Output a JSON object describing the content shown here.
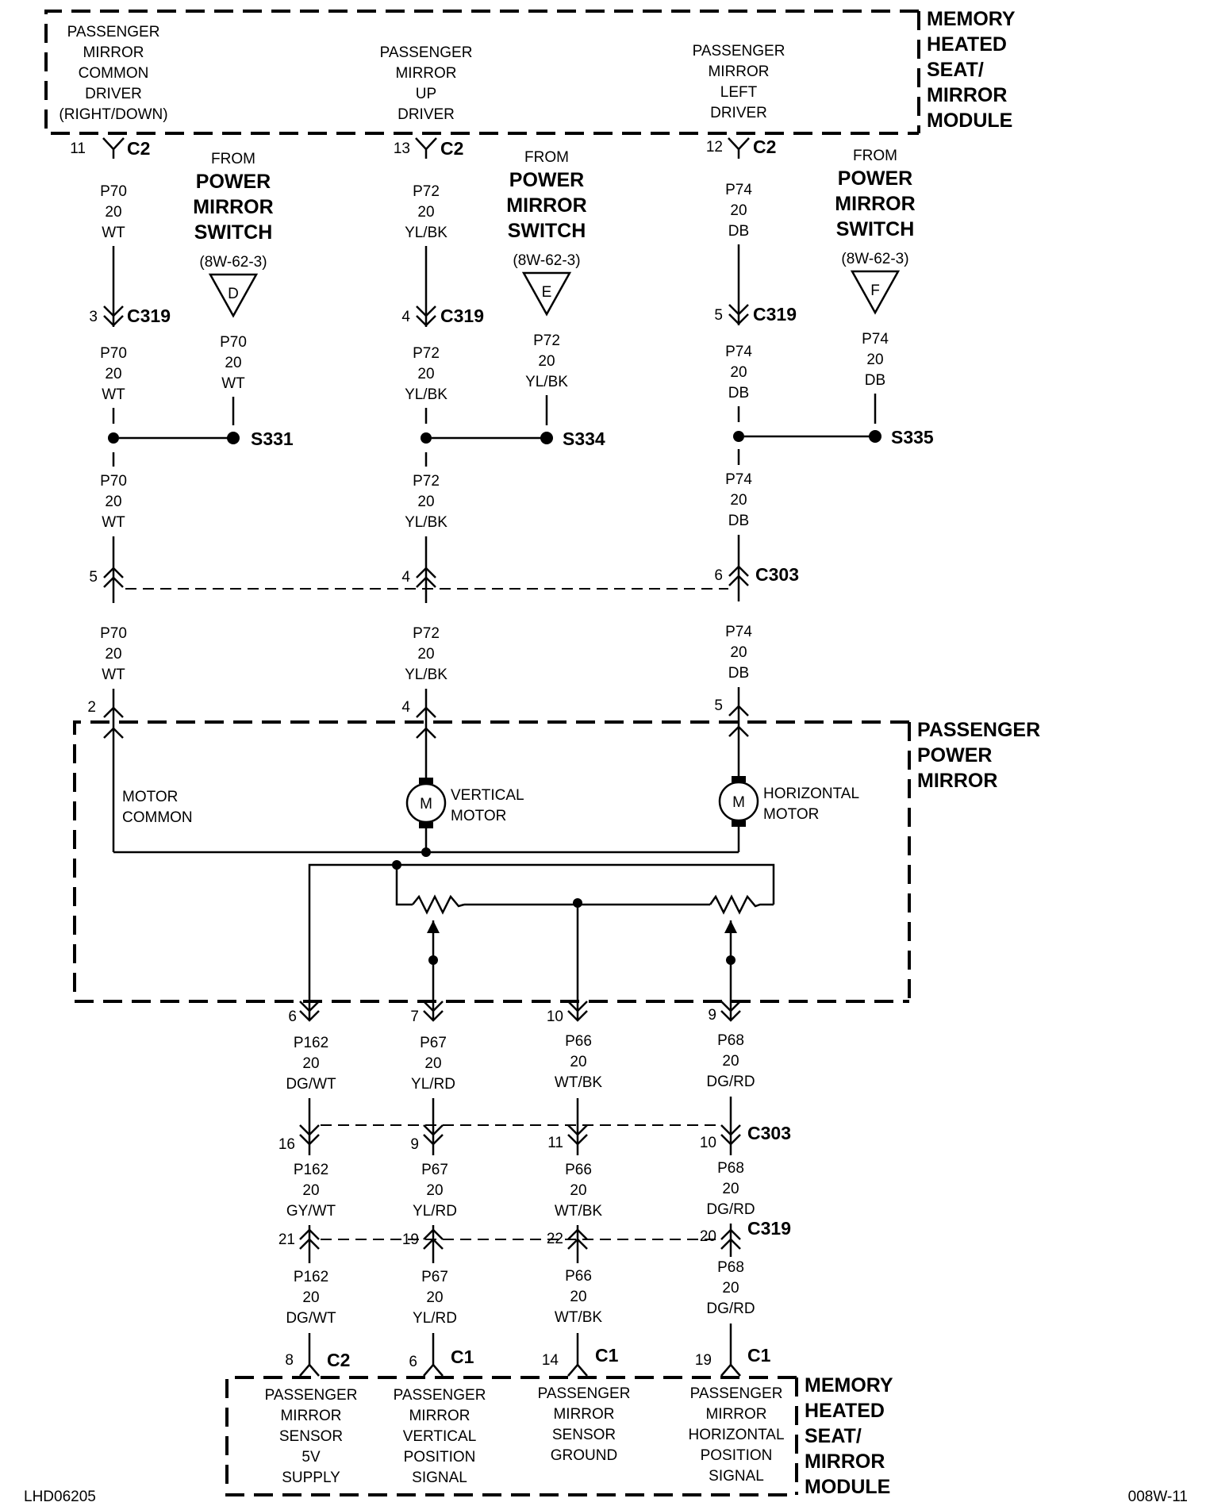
{
  "modules": {
    "top": {
      "title": [
        "MEMORY",
        "HEATED",
        "SEAT/",
        "MIRROR",
        "MODULE"
      ],
      "drivers": [
        [
          "PASSENGER",
          "MIRROR",
          "COMMON",
          "DRIVER",
          "(RIGHT/DOWN)"
        ],
        [
          "PASSENGER",
          "MIRROR",
          "UP",
          "DRIVER"
        ],
        [
          "PASSENGER",
          "MIRROR",
          "LEFT",
          "DRIVER"
        ]
      ]
    },
    "mirror": {
      "title": [
        "PASSENGER",
        "POWER",
        "MIRROR"
      ],
      "motor_common": [
        "MOTOR",
        "COMMON"
      ],
      "vertical_motor": [
        "VERTICAL",
        "MOTOR"
      ],
      "horizontal_motor": [
        "HORIZONTAL",
        "MOTOR"
      ],
      "motor_symbol": "M"
    },
    "bottom": {
      "title": [
        "MEMORY",
        "HEATED",
        "SEAT/",
        "MIRROR",
        "MODULE"
      ],
      "signals": [
        [
          "PASSENGER",
          "MIRROR",
          "SENSOR",
          "5V",
          "SUPPLY"
        ],
        [
          "PASSENGER",
          "MIRROR",
          "VERTICAL",
          "POSITION",
          "SIGNAL"
        ],
        [
          "PASSENGER",
          "MIRROR",
          "SENSOR",
          "GROUND"
        ],
        [
          "PASSENGER",
          "MIRROR",
          "HORIZONTAL",
          "POSITION",
          "SIGNAL"
        ]
      ]
    }
  },
  "switch_sources": [
    {
      "from": "FROM",
      "name": [
        "POWER",
        "MIRROR",
        "SWITCH"
      ],
      "ref": "(8W-62-3)",
      "letter": "D",
      "wire": [
        "P70",
        "20",
        "WT"
      ],
      "splice": "S331"
    },
    {
      "from": "FROM",
      "name": [
        "POWER",
        "MIRROR",
        "SWITCH"
      ],
      "ref": "(8W-62-3)",
      "letter": "E",
      "wire": [
        "P72",
        "20",
        "YL/BK"
      ],
      "splice": "S334"
    },
    {
      "from": "FROM",
      "name": [
        "POWER",
        "MIRROR",
        "SWITCH"
      ],
      "ref": "(8W-62-3)",
      "letter": "F",
      "wire": [
        "P74",
        "20",
        "DB"
      ],
      "splice": "S335"
    }
  ],
  "upper_circuits": [
    {
      "top_pin": "11",
      "top_conn": "C2",
      "wire": [
        "P70",
        "20",
        "WT"
      ],
      "c319_pin": "3",
      "c303_pin": "5",
      "mirror_pin": "2"
    },
    {
      "top_pin": "13",
      "top_conn": "C2",
      "wire": [
        "P72",
        "20",
        "YL/BK"
      ],
      "c319_pin": "4",
      "c303_pin": "4",
      "mirror_pin": "4"
    },
    {
      "top_pin": "12",
      "top_conn": "C2",
      "wire": [
        "P74",
        "20",
        "DB"
      ],
      "c319_pin": "5",
      "c303_pin": "6",
      "mirror_pin": "5"
    }
  ],
  "connectors": {
    "c319": "C319",
    "c303": "C303",
    "c2": "C2",
    "c1": "C1"
  },
  "lower_circuits": [
    {
      "mirror_pin": "6",
      "wire_a": [
        "P162",
        "20",
        "DG/WT"
      ],
      "c303_pin": "16",
      "wire_b": [
        "P162",
        "20",
        "GY/WT"
      ],
      "c319_pin": "21",
      "wire_c": [
        "P162",
        "20",
        "DG/WT"
      ],
      "mod_pin": "8",
      "mod_conn": "C2"
    },
    {
      "mirror_pin": "7",
      "wire_a": [
        "P67",
        "20",
        "YL/RD"
      ],
      "c303_pin": "9",
      "wire_b": [
        "P67",
        "20",
        "YL/RD"
      ],
      "c319_pin": "19",
      "wire_c": [
        "P67",
        "20",
        "YL/RD"
      ],
      "mod_pin": "6",
      "mod_conn": "C1"
    },
    {
      "mirror_pin": "10",
      "wire_a": [
        "P66",
        "20",
        "WT/BK"
      ],
      "c303_pin": "11",
      "wire_b": [
        "P66",
        "20",
        "WT/BK"
      ],
      "c319_pin": "22",
      "wire_c": [
        "P66",
        "20",
        "WT/BK"
      ],
      "mod_pin": "14",
      "mod_conn": "C1"
    },
    {
      "mirror_pin": "9",
      "wire_a": [
        "P68",
        "20",
        "DG/RD"
      ],
      "c303_pin": "10",
      "wire_b": [
        "P68",
        "20",
        "DG/RD"
      ],
      "c319_pin": "20",
      "wire_c": [
        "P68",
        "20",
        "DG/RD"
      ],
      "mod_pin": "19",
      "mod_conn": "C1"
    }
  ],
  "footer": {
    "left": "LHD06205",
    "right": "008W-11"
  }
}
